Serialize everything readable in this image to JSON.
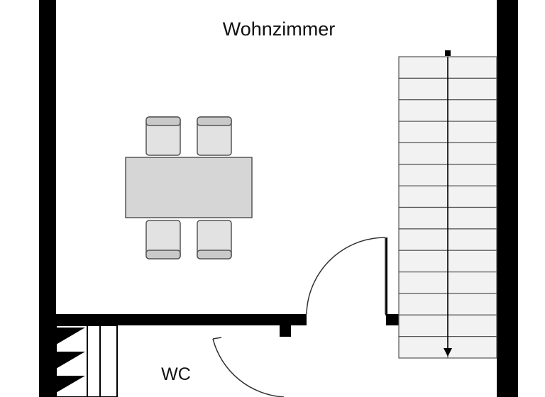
{
  "rooms": {
    "living_room": "Wohnzimmer",
    "wc": "WC"
  },
  "colors": {
    "wall": "#000000",
    "furniture_fill": "#d6d6d6",
    "chair_fill": "#e2e2e2",
    "stair_fill": "#f2f2f2",
    "line": "#555555"
  },
  "furniture": {
    "dining_chairs": 4,
    "dining_table": 1
  },
  "stairs": {
    "steps": 14,
    "direction": "down"
  }
}
